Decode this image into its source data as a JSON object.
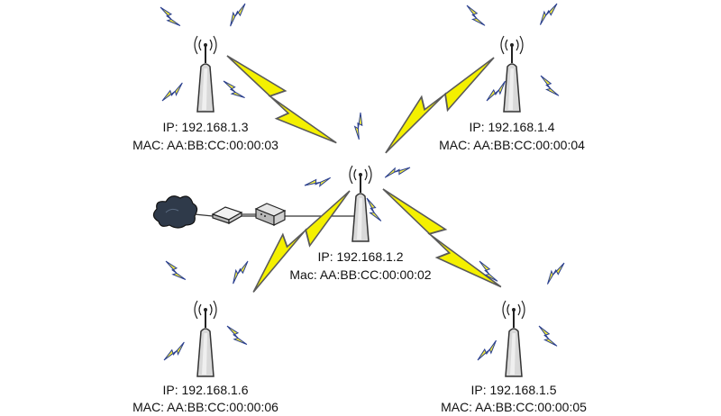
{
  "colors": {
    "background": "#ffffff",
    "bolt_fill": "#f4f000",
    "bolt_stroke": "#5a5a5a",
    "small_bolt_fill": "#f2ea3a",
    "small_bolt_stroke": "#2a3f8f",
    "tower_fill": "#d9d9d9",
    "tower_stroke": "#333333",
    "cloud_fill": "#2f3a4a",
    "line": "#333333"
  },
  "icons": [
    "antenna-tower-icon",
    "lightning-bolt-icon",
    "cloud-icon",
    "modem-icon",
    "router-icon"
  ],
  "nodes": {
    "center": {
      "ip": "IP: 192.168.1.2",
      "mac": "Mac: AA:BB:CC:00:00:02"
    },
    "top_left": {
      "ip": "IP: 192.168.1.3",
      "mac": "MAC: AA:BB:CC:00:00:03"
    },
    "top_right": {
      "ip": "IP: 192.168.1.4",
      "mac": "MAC: AA:BB:CC:00:00:04"
    },
    "bottom_right": {
      "ip": "IP: 192.168.1.5",
      "mac": "MAC: AA:BB:CC:00:00:05"
    },
    "bottom_left": {
      "ip": "IP: 192.168.1.6",
      "mac": "MAC: AA:BB:CC:00:00:06"
    }
  }
}
